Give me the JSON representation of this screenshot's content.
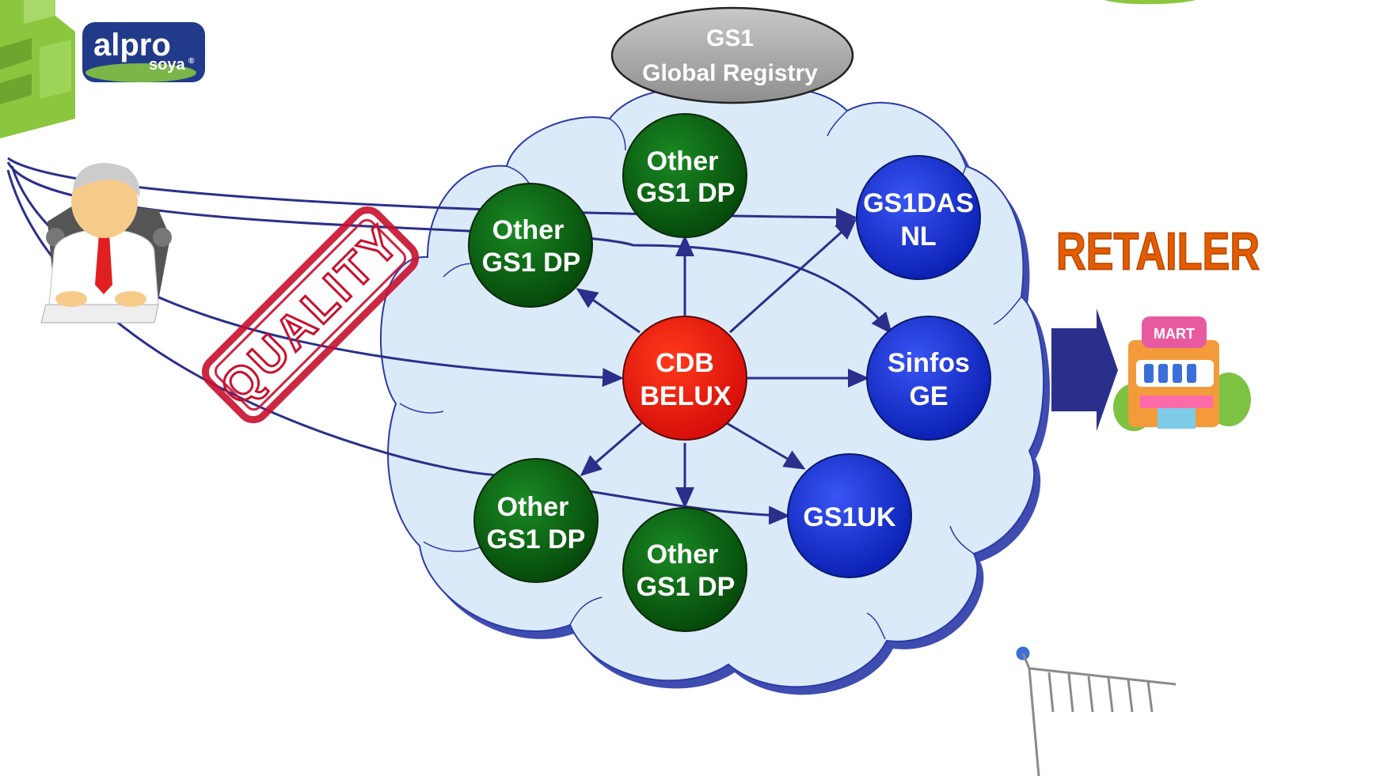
{
  "registry": {
    "line1": "GS1",
    "line2": "Global Registry"
  },
  "stamp": {
    "text": "QUALITY",
    "color": "#c8102e"
  },
  "logo": {
    "brand": "alpro",
    "sub": "soya",
    "reg": "®"
  },
  "retailer": {
    "label": "RETAILER",
    "store_sign": "MART",
    "label_color": "#e25c00"
  },
  "center": {
    "line1": "CDB",
    "line2": "BELUX",
    "color": "#e8120c"
  },
  "nodes": [
    {
      "id": "top-dp",
      "line1": "Other",
      "line2": "GS1 DP",
      "color": "#0a6b12"
    },
    {
      "id": "left-dp",
      "line1": "Other",
      "line2": "GS1 DP",
      "color": "#0a6b12"
    },
    {
      "id": "bl-dp",
      "line1": "Other",
      "line2": "GS1 DP",
      "color": "#0a6b12"
    },
    {
      "id": "bot-dp",
      "line1": "Other",
      "line2": "GS1 DP",
      "color": "#0a6b12"
    },
    {
      "id": "gs1das",
      "line1": "GS1DAS",
      "line2": "NL",
      "color": "#1430d8"
    },
    {
      "id": "sinfos",
      "line1": "Sinfos",
      "line2": "GE",
      "color": "#1430d8"
    },
    {
      "id": "gs1uk",
      "line1": "GS1UK",
      "line2": "",
      "color": "#1430d8"
    }
  ],
  "colors": {
    "cloud": "#dbeaf8",
    "cloud_stroke": "#2a3aa8",
    "arrow": "#2a2f8c",
    "link": "#2a2f8c",
    "registry": "#a8a8a8"
  }
}
